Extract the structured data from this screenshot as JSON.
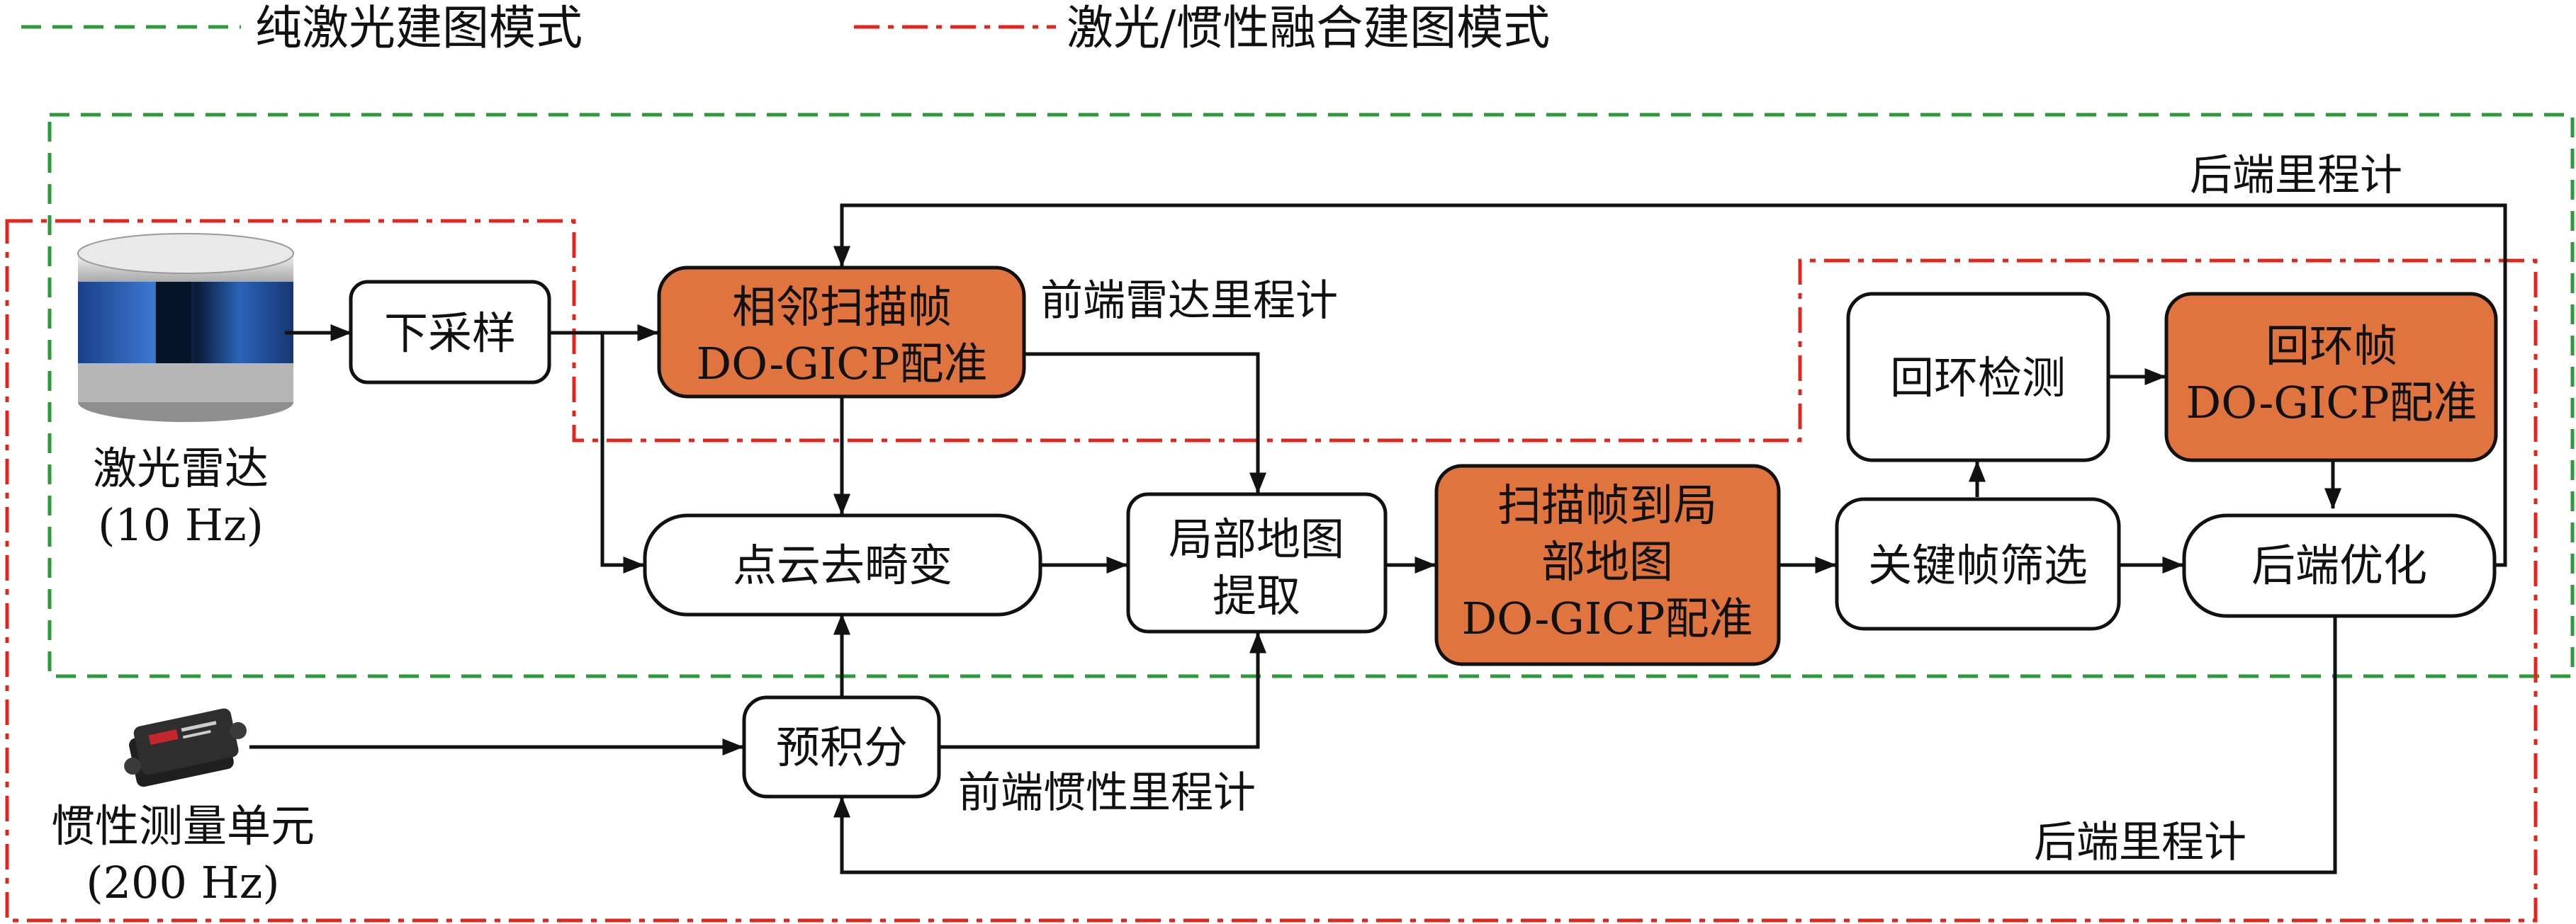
{
  "legend": {
    "pure_lidar": "纯激光建图模式",
    "lidar_inertial": "激光/惯性融合建图模式"
  },
  "colors": {
    "pure_lidar_region": "#2e9b3a",
    "lidar_inertial_region": "#e0261d",
    "highlight_box": "#e0743f",
    "normal_box": "#ffffff",
    "stroke": "#111111"
  },
  "sensors": {
    "lidar": {
      "label": "激光雷达",
      "rate": "(10 Hz)",
      "icon": "lidar-sensor-icon"
    },
    "imu": {
      "label": "惯性测量单元",
      "rate": "(200 Hz)",
      "icon": "imu-sensor-icon"
    }
  },
  "nodes": {
    "downsample": {
      "lines": [
        "下采样"
      ]
    },
    "adjacent_registration": {
      "lines": [
        "相邻扫描帧",
        "DO-GICP配准"
      ]
    },
    "deskew": {
      "lines": [
        "点云去畸变"
      ]
    },
    "local_map": {
      "lines": [
        "局部地图",
        "提取"
      ]
    },
    "scan_to_map": {
      "lines": [
        "扫描帧到局",
        "部地图",
        "DO-GICP配准"
      ]
    },
    "keyframe": {
      "lines": [
        "关键帧筛选"
      ]
    },
    "loop_detect": {
      "lines": [
        "回环检测"
      ]
    },
    "loop_registration": {
      "lines": [
        "回环帧",
        "DO-GICP配准"
      ]
    },
    "backend_opt": {
      "lines": [
        "后端优化"
      ]
    },
    "preintegration": {
      "lines": [
        "预积分"
      ]
    }
  },
  "edge_labels": {
    "frontend_lidar_odometry": "前端雷达里程计",
    "backend_odometry_top": "后端里程计",
    "frontend_inertial_odometry": "前端惯性里程计",
    "backend_odometry_bottom": "后端里程计"
  }
}
